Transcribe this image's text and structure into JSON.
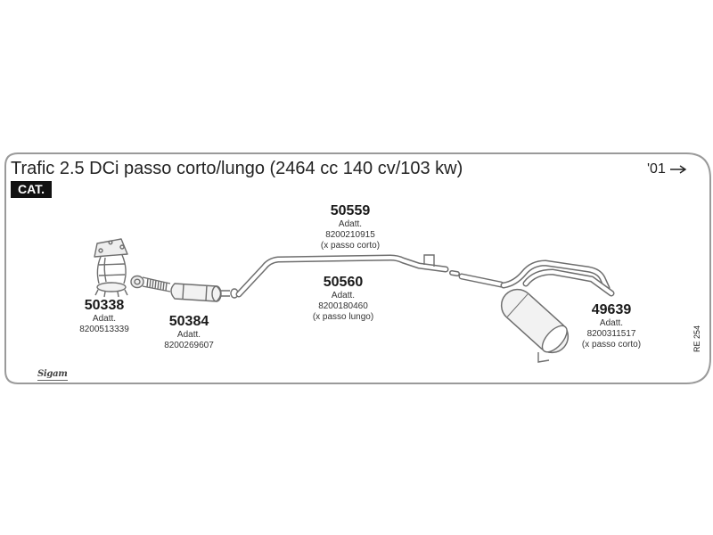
{
  "title": "Trafic 2.5 DCi passo corto/lungo (2464 cc 140 cv/103 kw)",
  "year_label": "'01",
  "year_arrow_icon": "arrow-right-icon",
  "cat_label": "CAT.",
  "parts": [
    {
      "code": "50559",
      "adatt_label": "Adatt.",
      "adatt_code": "8200210915",
      "note": "(x passo corto)"
    },
    {
      "code": "50560",
      "adatt_label": "Adatt.",
      "adatt_code": "8200180460",
      "note": "(x passo lungo)"
    },
    {
      "code": "50338",
      "adatt_label": "Adatt.",
      "adatt_code": "8200513339"
    },
    {
      "code": "50384",
      "adatt_label": "Adatt.",
      "adatt_code": "8200269607"
    },
    {
      "code": "49639",
      "adatt_label": "Adatt.",
      "adatt_code": "8200311517",
      "note": "(x passo corto)"
    }
  ],
  "ref_code": "RE 254",
  "logo_text": "Sigam",
  "colors": {
    "line": "#6e6e6e",
    "text": "#222222",
    "badge_bg": "#111111",
    "border": "#9a9a9a"
  }
}
